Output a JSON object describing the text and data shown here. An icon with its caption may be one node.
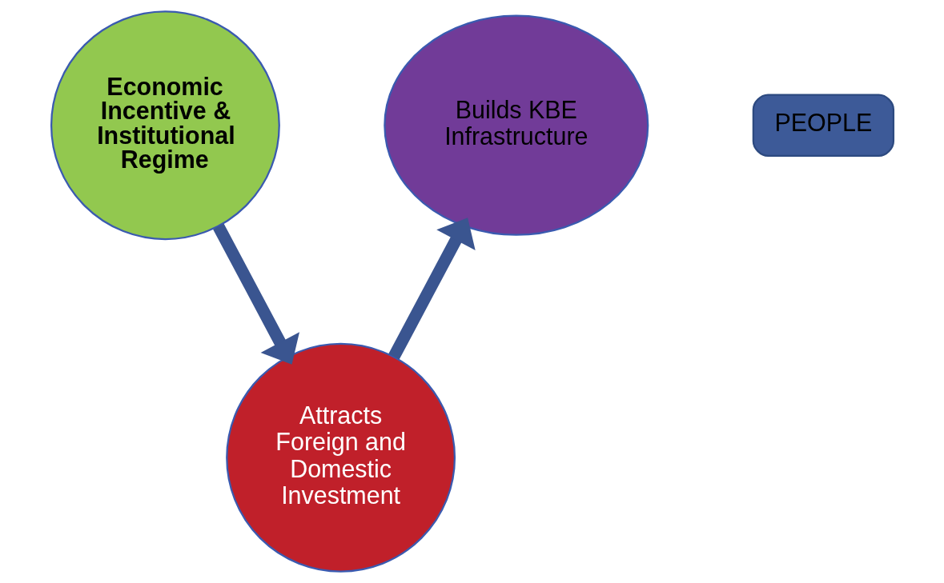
{
  "diagram": {
    "nodes": [
      {
        "text": [
          "Economic Incentive & Institutional Regime"
        ]
      },
      {
        "text": [
          "PEOPLE"
        ]
      },
      {
        "text": [
          "Builds KBE Infrastructure"
        ]
      },
      {
        "text": [
          "Attracts Foreign and Domestic Investment"
        ]
      }
    ],
    "edges": [
      {
        "from": 0,
        "to": 3,
        "arrow": "to"
      },
      {
        "from": 3,
        "to": 2,
        "arrow": "to"
      }
    ]
  }
}
